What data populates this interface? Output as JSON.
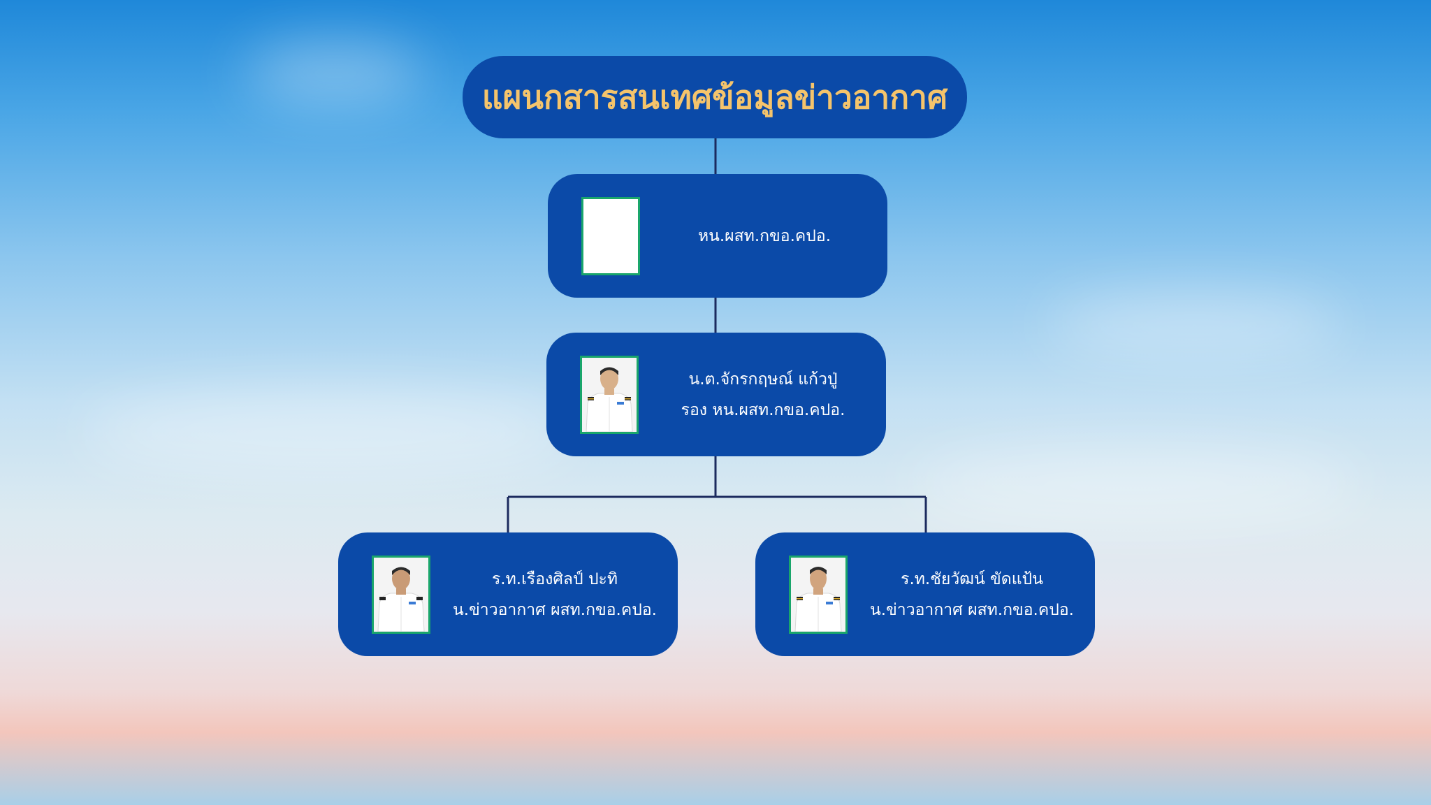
{
  "title": "แผนกสารสนเทศข้อมูลข่าวอากาศ",
  "nodes": [
    {
      "line1": "หน.ผสท.กขอ.คปอ.",
      "line2": "",
      "photo": "blank"
    },
    {
      "line1": "น.ต.จักรกฤษณ์ แก้วปู่",
      "line2": "รอง หน.ผสท.กขอ.คปอ.",
      "photo": "officer"
    },
    {
      "line1": "ร.ท.เรืองศิลป์ ปะทิ",
      "line2": "น.ข่าวอากาศ ผสท.กขอ.คปอ.",
      "photo": "officer"
    },
    {
      "line1": "ร.ท.ชัยวัฒน์  ขัดแป้น",
      "line2": "น.ข่าวอากาศ ผสท.กขอ.คปอ.",
      "photo": "officer"
    }
  ],
  "colors": {
    "box": "#0b4aa8",
    "title_text": "#f5c46b",
    "connector": "#1b2a5e",
    "photo_border": "#1aa66b"
  }
}
